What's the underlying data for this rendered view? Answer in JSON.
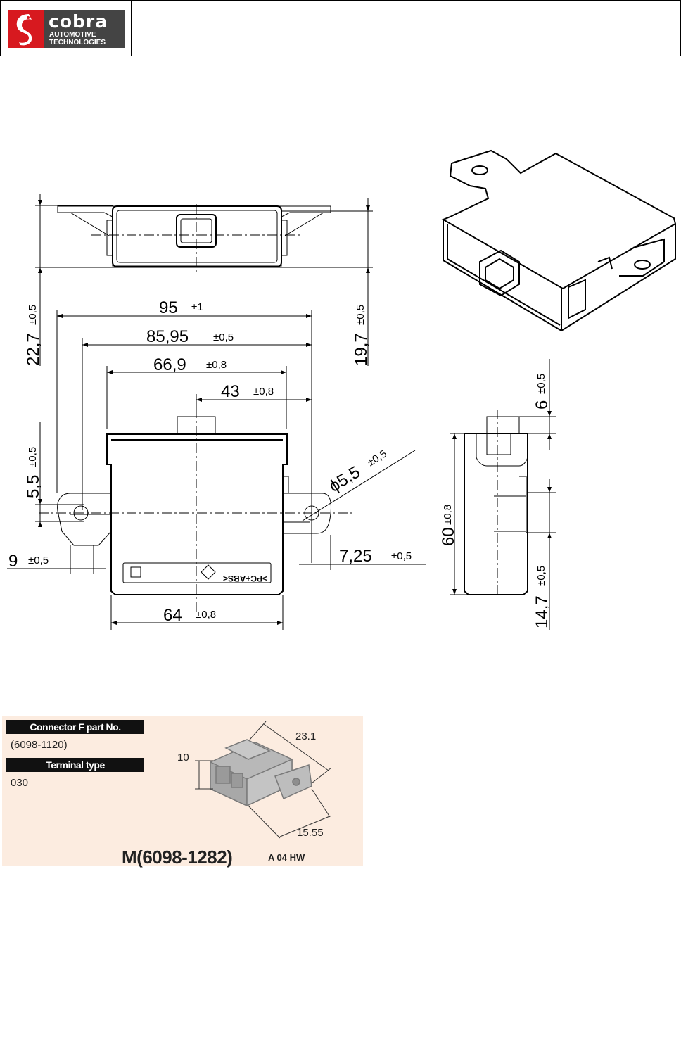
{
  "header": {
    "logo": {
      "brand": "cobra",
      "line1": "AUTOMOTIVE",
      "line2": "TECHNOLOGIES"
    }
  },
  "drawing": {
    "dim_95": "95",
    "tol_95": "±1",
    "dim_85_95": "85,95",
    "tol_85_95": "±0,5",
    "dim_66_9": "66,9",
    "tol_66_9": "±0,8",
    "dim_43": "43",
    "tol_43": "±0,8",
    "dim_22_7": "22,7",
    "tol_22_7": "±0,5",
    "dim_19_7": "19,7",
    "tol_19_7": "±0,5",
    "dim_5_5": "5,5",
    "tol_5_5": "±0,5",
    "dim_phi_5_5": "ϕ5,5",
    "tol_phi_5_5": "±0,5",
    "dim_9": "9",
    "tol_9": "±0,5",
    "dim_7_25": "7,25",
    "tol_7_25": "±0,5",
    "dim_64": "64",
    "tol_64": "±0,8",
    "dim_6": "6",
    "tol_6": "±0,5",
    "dim_60": "60",
    "tol_60": "±0,8",
    "dim_14_7": "14,7",
    "tol_14_7": "±0,5",
    "material": ">PC+ABS<"
  },
  "connector": {
    "label_part": "Connector F part No.",
    "part_no": "(6098-1120)",
    "label_terminal": "Terminal type",
    "terminal": "030",
    "dim_length": "23.1",
    "dim_height": "10",
    "dim_width": "15.55",
    "model": "M(6098-1282)",
    "revision": "A 04 HW",
    "colors": {
      "panel": "#fcece0",
      "body": "#b8b8b8"
    }
  }
}
